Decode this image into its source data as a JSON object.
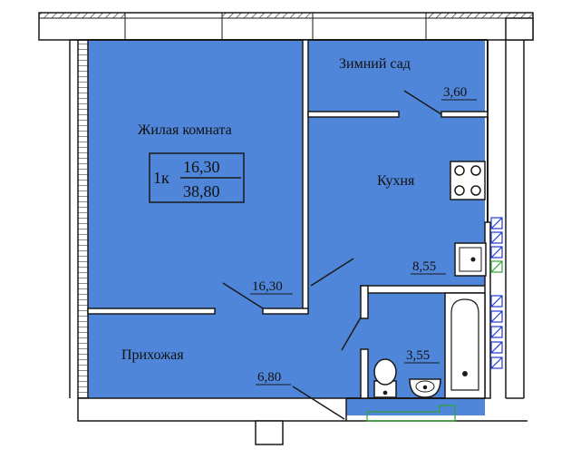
{
  "colors": {
    "floor": "#4f86d9",
    "wall": "#1a1a1a",
    "paper": "#ffffff",
    "vent": "#1e3ad1",
    "vent_green": "#2fa52f"
  },
  "rooms": {
    "living": {
      "name": "Жилая комната",
      "area": "16,30"
    },
    "winter_garden": {
      "name": "Зимний сад",
      "area": "3,60"
    },
    "kitchen": {
      "name": "Кухня",
      "area": "8,55"
    },
    "hallway": {
      "name": "Прихожая",
      "area": "6,80"
    },
    "bathroom": {
      "area": "3,55"
    }
  },
  "unit_badge": {
    "rooms": "1к",
    "living_area": "16,30",
    "total_area": "38,80"
  }
}
